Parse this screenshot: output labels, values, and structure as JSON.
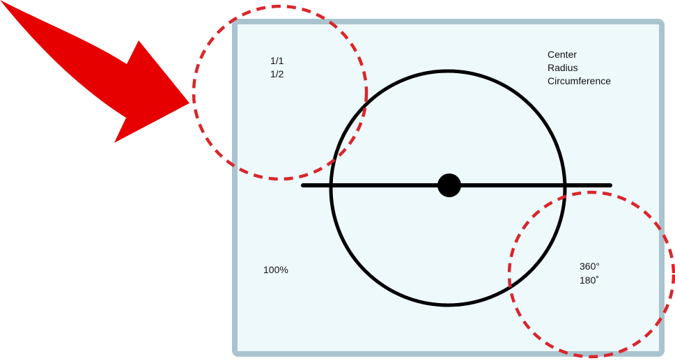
{
  "labels": {
    "fraction_whole": "1/1",
    "fraction_half": "1/2",
    "center": "Center",
    "radius": "Radius",
    "circumference": "Circumference",
    "percent": "100%",
    "degrees_full": "360°",
    "degrees_half": "180˚"
  },
  "colors": {
    "frame_border": "#a9c4cf",
    "frame_fill": "#eef9fc",
    "shape_stroke": "#000000",
    "highlight": "#d9262b",
    "arrow": "#e60000"
  },
  "icons": {
    "pointer": "curved-arrow-icon"
  }
}
